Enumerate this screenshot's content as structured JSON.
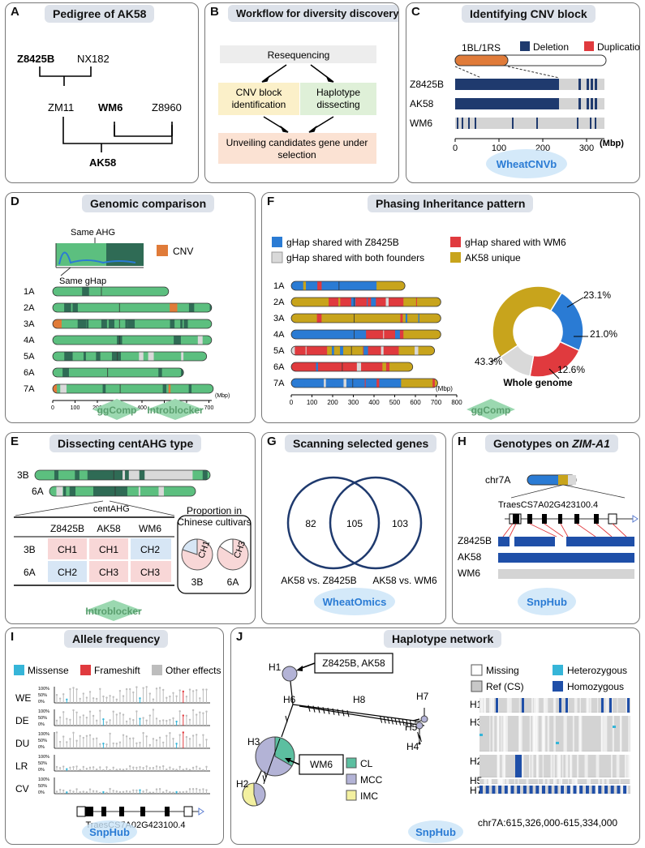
{
  "colors": {
    "navy": "#1f3a6e",
    "red": "#e03a3e",
    "orange": "#e07b39",
    "blue": "#2a7bd4",
    "green": "#5cbf7f",
    "darkgreen": "#2f6b55",
    "gray": "#d4d4d4",
    "gold": "#c8a41c",
    "pink": "#f8d7d7",
    "lightblue": "#d7e6f5",
    "title": "#dde2ea",
    "tool": "#9bd8b0"
  },
  "A": {
    "label": "A",
    "title": "Pedigree of AK58",
    "p1": "Z8425B",
    "p2": "NX182",
    "c1": "ZM11",
    "p3": "WM6",
    "p4": "Z8960",
    "child": "AK58"
  },
  "B": {
    "label": "B",
    "title": "Workflow for diversity discovery",
    "step1": "Resequencing",
    "step2a": "CNV block",
    "step2b": "identification",
    "step3a": "Haplotype",
    "step3b": "dissecting",
    "step4": "Unveiling candidates gene under",
    "step4b": "selection"
  },
  "C": {
    "label": "C",
    "title": "Identifying CNV block",
    "region": "1BL/1RS",
    "legend_del": "Deletion",
    "legend_dup": "Duplication",
    "rows": [
      "Z8425B",
      "AK58",
      "WM6"
    ],
    "ticks": [
      "0",
      "100",
      "200",
      "300"
    ],
    "unit": "(Mbp)",
    "tool": "WheatCNVb"
  },
  "D": {
    "label": "D",
    "title": "Genomic comparison",
    "same_ahg": "Same AHG",
    "same_ghap": "Same gHap",
    "cnv": "CNV",
    "chroms": [
      "1A",
      "2A",
      "3A",
      "4A",
      "5A",
      "6A",
      "7A"
    ],
    "ticks": [
      "0",
      "100",
      "200",
      "300",
      "400",
      "500",
      "600",
      "700"
    ],
    "unit": "(Mbp)",
    "tools": [
      "ggComp",
      "Introblocker"
    ]
  },
  "E": {
    "label": "E",
    "title": "Dissecting centAHG type",
    "chroms": [
      "3B",
      "6A"
    ],
    "centahg": "centAHG",
    "headers": [
      "Z8425B",
      "AK58",
      "WM6"
    ],
    "rows": [
      {
        "chr": "3B",
        "vals": [
          "CH1",
          "CH1",
          "CH2"
        ]
      },
      {
        "chr": "6A",
        "vals": [
          "CH2",
          "CH3",
          "CH3"
        ]
      }
    ],
    "proportion_title1": "Proportion in",
    "proportion_title2": "Chinese cultivars",
    "pie1_label": "CH1",
    "pie2_label": "CH3",
    "pie1_chr": "3B",
    "pie2_chr": "6A",
    "tool": "Introblocker"
  },
  "F": {
    "label": "F",
    "title": "Phasing Inheritance pattern",
    "legend": [
      "gHap shared with Z8425B",
      "gHap shared with WM6",
      "gHap shared with both founders",
      "AK58 unique"
    ],
    "chroms": [
      "1A",
      "2A",
      "3A",
      "4A",
      "5A",
      "6A",
      "7A"
    ],
    "ticks": [
      "0",
      "100",
      "200",
      "300",
      "400",
      "500",
      "600",
      "700",
      "800"
    ],
    "unit": "(Mbp)",
    "donut": [
      {
        "pct": "23.1%",
        "value": 23.1
      },
      {
        "pct": "21.0%",
        "value": 21.0
      },
      {
        "pct": "12.6%",
        "value": 12.6
      },
      {
        "pct": "43.3%",
        "value": 43.3
      }
    ],
    "whole": "Whole genome",
    "tool": "ggComp"
  },
  "G": {
    "label": "G",
    "title": "Scanning selected genes",
    "left": "82",
    "mid": "105",
    "right": "103",
    "cap_left": "AK58 vs. Z8425B",
    "cap_right": "AK58 vs. WM6",
    "tool": "WheatOmics"
  },
  "H": {
    "label": "H",
    "title_pre": "Genotypes on ",
    "title_gene": "ZIM-A1",
    "chr": "chr7A",
    "gene": "TraesCS7A02G423100.4",
    "rows": [
      "Z8425B",
      "AK58",
      "WM6"
    ],
    "tool": "SnpHub"
  },
  "I": {
    "label": "I",
    "title": "Allele frequency",
    "legend": [
      "Missense",
      "Frameshift",
      "Other effects"
    ],
    "rows": [
      "WE",
      "DE",
      "DU",
      "LR",
      "CV"
    ],
    "yticks": [
      "100%",
      "50%",
      "0%"
    ],
    "gene": "TraesCS7A02G423100.4",
    "tool": "SnpHub"
  },
  "J": {
    "label": "J",
    "title": "Haplotype network",
    "nodes": [
      "H1",
      "H6",
      "H8",
      "H7",
      "H5",
      "H4",
      "H3",
      "H2"
    ],
    "box1": "Z8425B, AK58",
    "box2": "WM6",
    "groups": [
      "CL",
      "MCC",
      "IMC"
    ],
    "legend": [
      "Missing",
      "Heterozygous",
      "Ref (CS)",
      "Homozygous"
    ],
    "hap_rows": [
      "H1",
      "H3",
      "H2",
      "H5",
      "H7"
    ],
    "coord": "chr7A:615,326,000-615,334,000",
    "tool": "SnpHub"
  }
}
